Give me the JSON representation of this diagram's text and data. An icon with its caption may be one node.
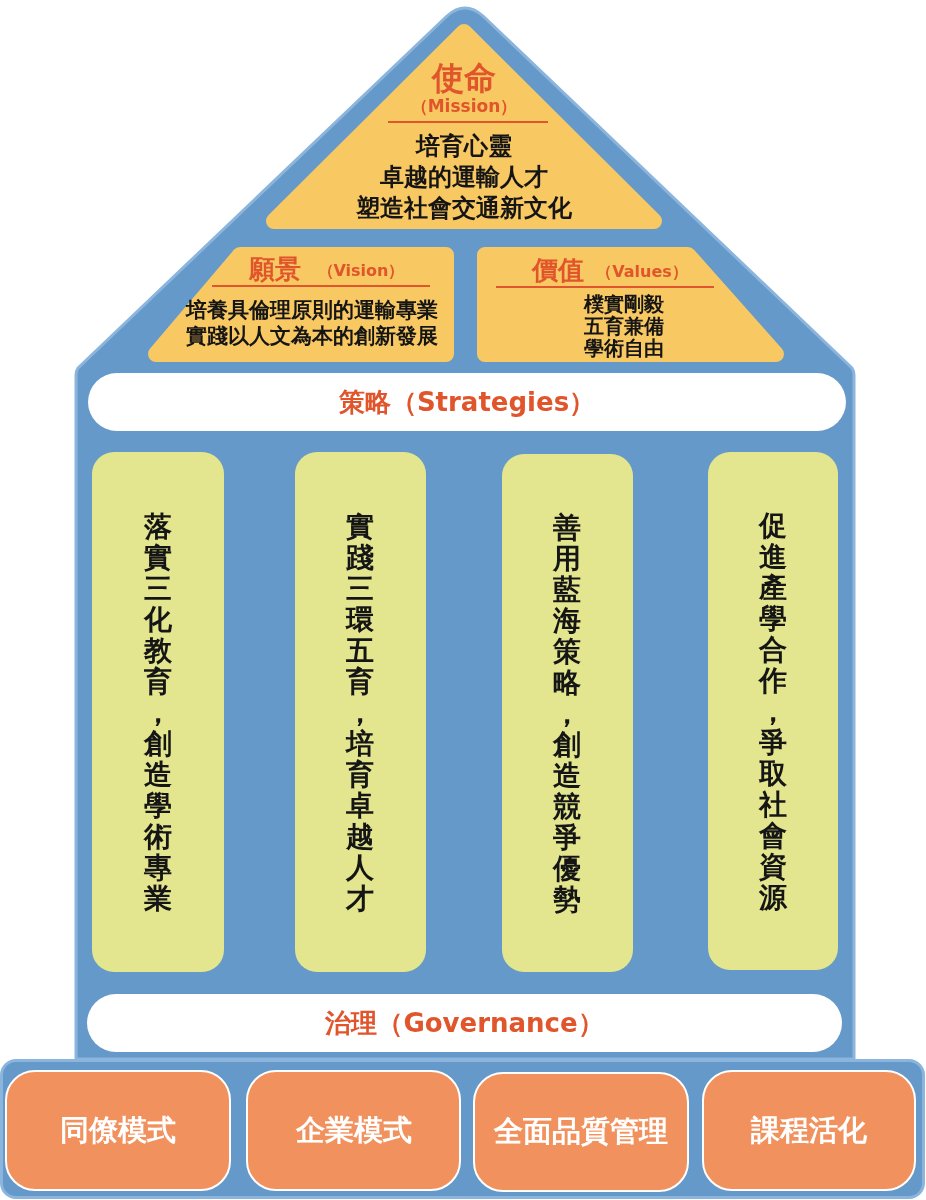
{
  "diagram": {
    "nodes": [
      {
        "text": [],
        "shape": "pentagon"
      },
      {
        "text": [
          "使命",
          "（Mission）",
          "培育心靈",
          "卓越的運輸人才",
          "塑造社會交通新文化"
        ],
        "in": 0
      },
      {
        "text": [
          "願景",
          "（Vision）",
          "培養具倫理原則的運輸專業",
          "實踐以人文為本的創新發展"
        ],
        "in": 0
      },
      {
        "text": [
          "價值",
          "（Values）",
          "樸實剛毅",
          "五育兼備",
          "學術自由"
        ],
        "in": 0
      },
      {
        "text": [
          "策略（Strategies）"
        ],
        "in": 0
      },
      {
        "text": [
          "落實三化教育，創造學術專業"
        ],
        "in": 0
      },
      {
        "text": [
          "實踐三環五育，培育卓越人才"
        ],
        "in": 0
      },
      {
        "text": [
          "善用藍海策略，創造競爭優勢"
        ],
        "in": 0
      },
      {
        "text": [
          "促進產學合作，爭取社會資源"
        ],
        "in": 0
      },
      {
        "text": [
          "治理（Governance）"
        ],
        "in": 0
      },
      {
        "text": [],
        "shape": "box"
      },
      {
        "text": [
          "同僚模式"
        ],
        "in": 10
      },
      {
        "text": [
          "企業模式"
        ],
        "in": 10
      },
      {
        "text": [
          "全面品質管理"
        ],
        "in": 10
      },
      {
        "text": [
          "課程活化"
        ],
        "in": 10
      }
    ]
  }
}
